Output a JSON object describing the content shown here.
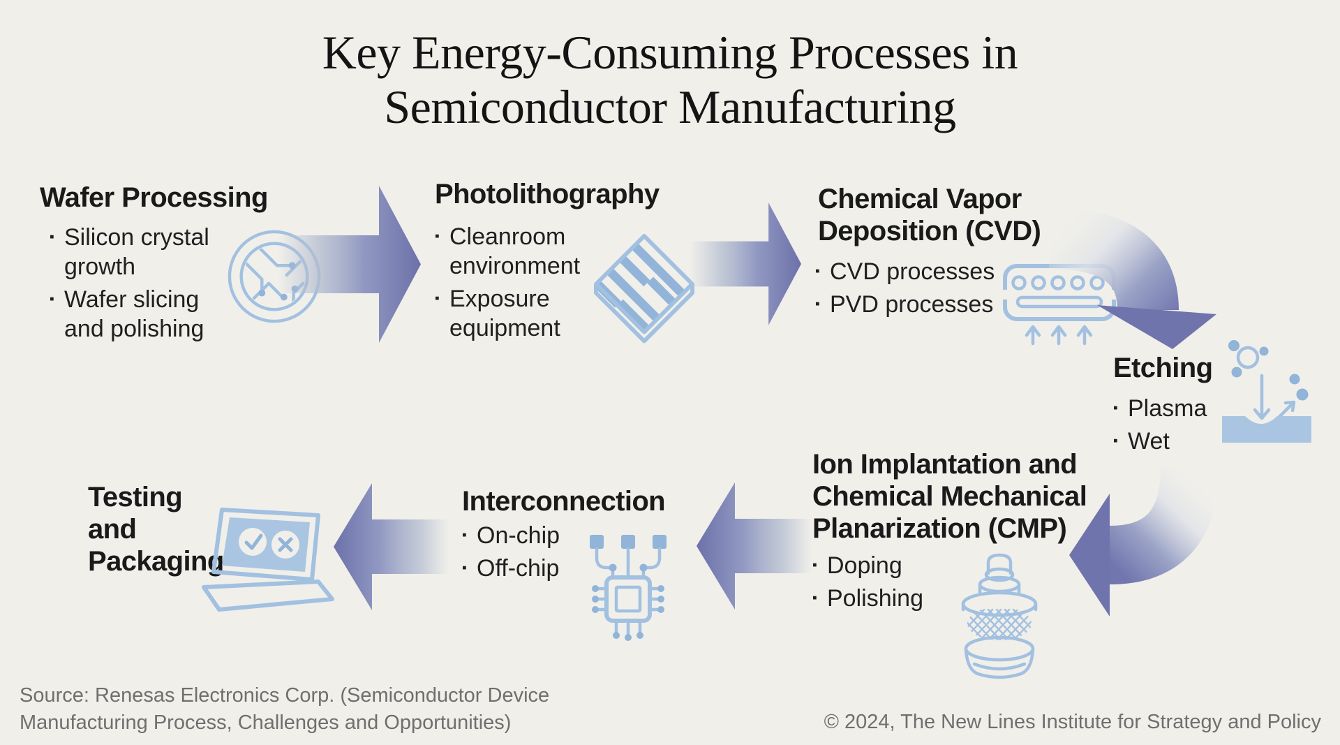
{
  "bullet_char": "▪",
  "title": {
    "lines": [
      "Key Energy-Consuming Processes in",
      "Semiconductor Manufacturing"
    ]
  },
  "steps": {
    "wafer": {
      "heading": [
        "Wafer Processing"
      ],
      "bullets": [
        {
          "lines": [
            "Silicon crystal",
            "growth"
          ]
        },
        {
          "lines": [
            "Wafer slicing",
            "and polishing"
          ]
        }
      ],
      "icon": "wafer-icon"
    },
    "photo": {
      "heading": [
        "Photolithography"
      ],
      "bullets": [
        {
          "lines": [
            "Cleanroom",
            "environment"
          ]
        },
        {
          "lines": [
            "Exposure",
            "equipment"
          ]
        }
      ],
      "icon": "photomask-icon"
    },
    "cvd": {
      "heading": [
        "Chemical Vapor",
        "Deposition (CVD)"
      ],
      "bullets": [
        {
          "lines": [
            "CVD processes"
          ]
        },
        {
          "lines": [
            "PVD processes"
          ]
        }
      ],
      "icon": "cvd-chamber-icon"
    },
    "etching": {
      "heading": [
        "Etching"
      ],
      "bullets": [
        {
          "lines": [
            "Plasma"
          ]
        },
        {
          "lines": [
            "Wet"
          ]
        }
      ],
      "icon": "etching-icon"
    },
    "cmp": {
      "heading": [
        "Ion Implantation and",
        "Chemical Mechanical",
        "Planarization (CMP)"
      ],
      "bullets": [
        {
          "lines": [
            "Doping"
          ]
        },
        {
          "lines": [
            "Polishing"
          ]
        }
      ],
      "icon": "cmp-polisher-icon"
    },
    "inter": {
      "heading": [
        "Interconnection"
      ],
      "bullets": [
        {
          "lines": [
            "On-chip"
          ]
        },
        {
          "lines": [
            "Off-chip"
          ]
        }
      ],
      "icon": "chip-icon"
    },
    "testing": {
      "heading": [
        "Testing",
        "and",
        "Packaging"
      ],
      "bullets": [],
      "icon": "laptop-icon"
    }
  },
  "footer": {
    "source_lines": [
      "Source: Renesas Electronics Corp. (Semiconductor Device",
      "Manufacturing Process, Challenges and Opportunities)"
    ],
    "copyright": "© 2024, The New Lines Institute for Strategy and Policy"
  },
  "colors": {
    "background": "#f0efea",
    "icon_blue": "#a2c0e0",
    "icon_blue_fill": "#91b4d8",
    "icon_screen_fill": "#a9c5e2",
    "arrow_purple": "#7074ac",
    "arrow_light": "#dfe2e8",
    "text_dark": "#1b1b1b",
    "footer_text": "#6f6f6f"
  }
}
